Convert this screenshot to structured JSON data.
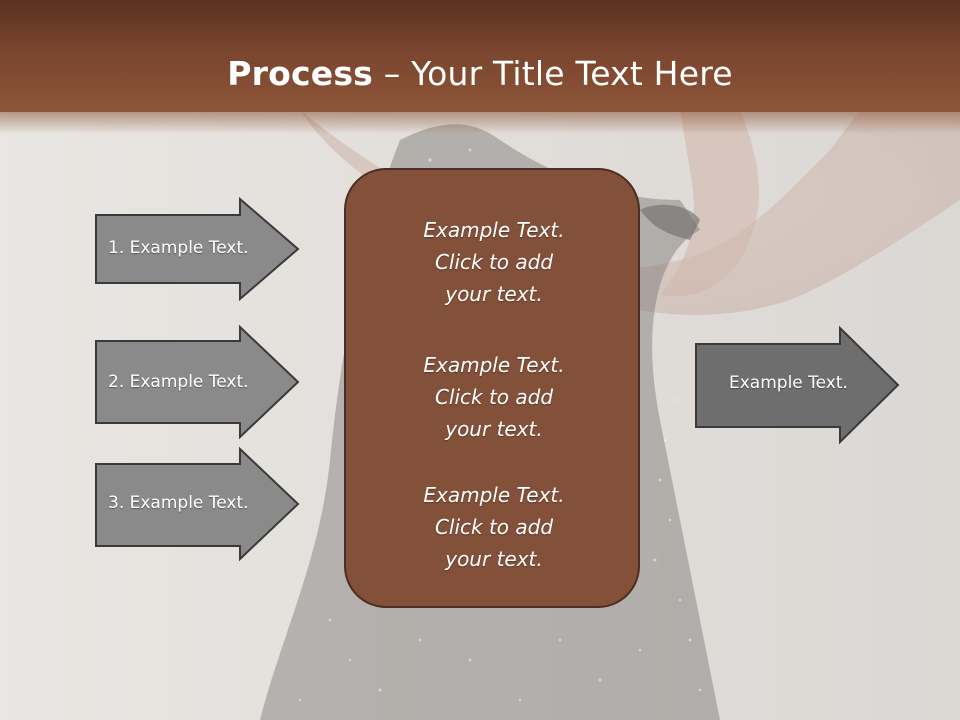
{
  "slide": {
    "title_bold": "Process",
    "title_rest": " – Your Title Text Here",
    "colors": {
      "header": "#7a452e",
      "center_box": "#83503a",
      "arrow_fill": "#8a8a8a",
      "arrow_border": "#3a3a3a",
      "text": "#ffffff"
    }
  },
  "left_arrows": [
    {
      "label": "1. Example Text."
    },
    {
      "label": "2. Example Text."
    },
    {
      "label": "3. Example Text."
    }
  ],
  "center_box": {
    "blocks": [
      {
        "line1": "Example Text.",
        "line2": "Click  to add",
        "line3": "your text."
      },
      {
        "line1": "Example Text.",
        "line2": "Click  to add",
        "line3": "your text."
      },
      {
        "line1": "Example Text.",
        "line2": "Click  to add",
        "line3": "your text."
      }
    ]
  },
  "right_arrow": {
    "label": "Example Text."
  }
}
